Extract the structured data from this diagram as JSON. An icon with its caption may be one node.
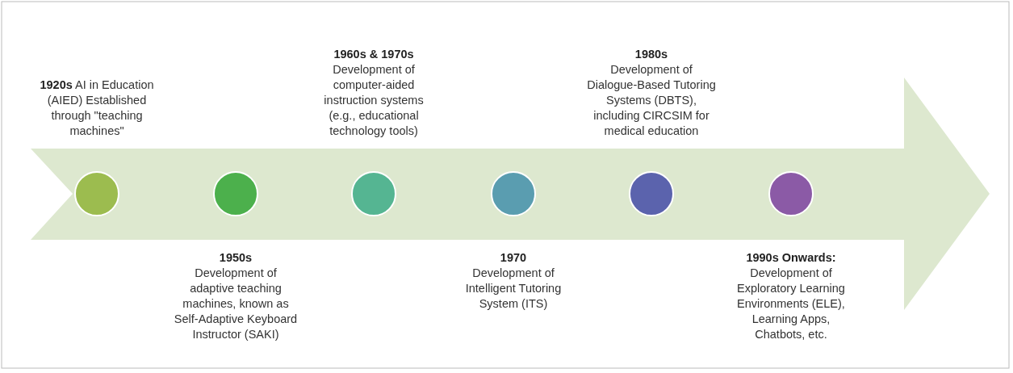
{
  "diagram": {
    "nodes": [
      {
        "text": [],
        "shape": "circle",
        "beside": [
          "1920s",
          "AI in Education (AIED) Established through \"teaching machines\""
        ]
      },
      {
        "text": [],
        "shape": "circle",
        "beside": [
          "1950s",
          "Development of adaptive teaching machines, known as Self-Adaptive Keyboard Instructor (SAKI)"
        ]
      },
      {
        "text": [],
        "shape": "circle",
        "beside": [
          "1960s & 1970s",
          "Development of computer-aided instruction systems (e.g., educational technology tools)"
        ]
      },
      {
        "text": [],
        "shape": "circle",
        "beside": [
          "1970",
          "Development of Intelligent Tutoring System (ITS)"
        ]
      },
      {
        "text": [],
        "shape": "circle",
        "beside": [
          "1980s",
          "Development of Dialogue-Based Tutoring Systems (DBTS), including CIRCSIM for medical education"
        ]
      },
      {
        "text": [],
        "shape": "circle",
        "beside": [
          "1990s Onwards:",
          "Development of Exploratory Learning Environments (ELE), Learning Apps, Chatbots, etc."
        ]
      }
    ]
  }
}
